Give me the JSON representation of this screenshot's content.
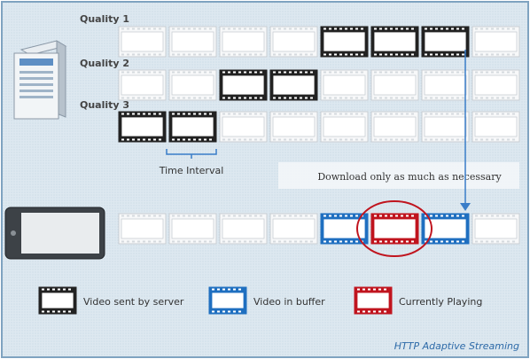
{
  "title": "HTTP Adaptive Streaming",
  "quality_rows": [
    {
      "label": "Quality 1",
      "sent_segments": [
        5,
        6,
        7
      ]
    },
    {
      "label": "Quality 2",
      "sent_segments": [
        3,
        4
      ]
    },
    {
      "label": "Quality 3",
      "sent_segments": [
        1,
        2
      ]
    }
  ],
  "segments_per_row": 8,
  "time_interval_label": "Time Interval",
  "download_note": "Download only as much as necessary",
  "playback_row": {
    "buffer_segments": [
      5,
      7
    ],
    "playing_segment": 6
  },
  "legend": [
    {
      "label": "Video sent by server",
      "kind": "sent"
    },
    {
      "label": "Video in buffer",
      "kind": "buffer"
    },
    {
      "label": "Currently Playing",
      "kind": "playing"
    }
  ],
  "colors": {
    "background": "#d9e6ef",
    "border": "#7fa3c0",
    "film_idle": "#c9ced3",
    "film_sent": "#222222",
    "film_buffer": "#1f6fc0",
    "film_playing": "#c0141e",
    "arrow": "#3a7dc8",
    "label": "#333333"
  }
}
